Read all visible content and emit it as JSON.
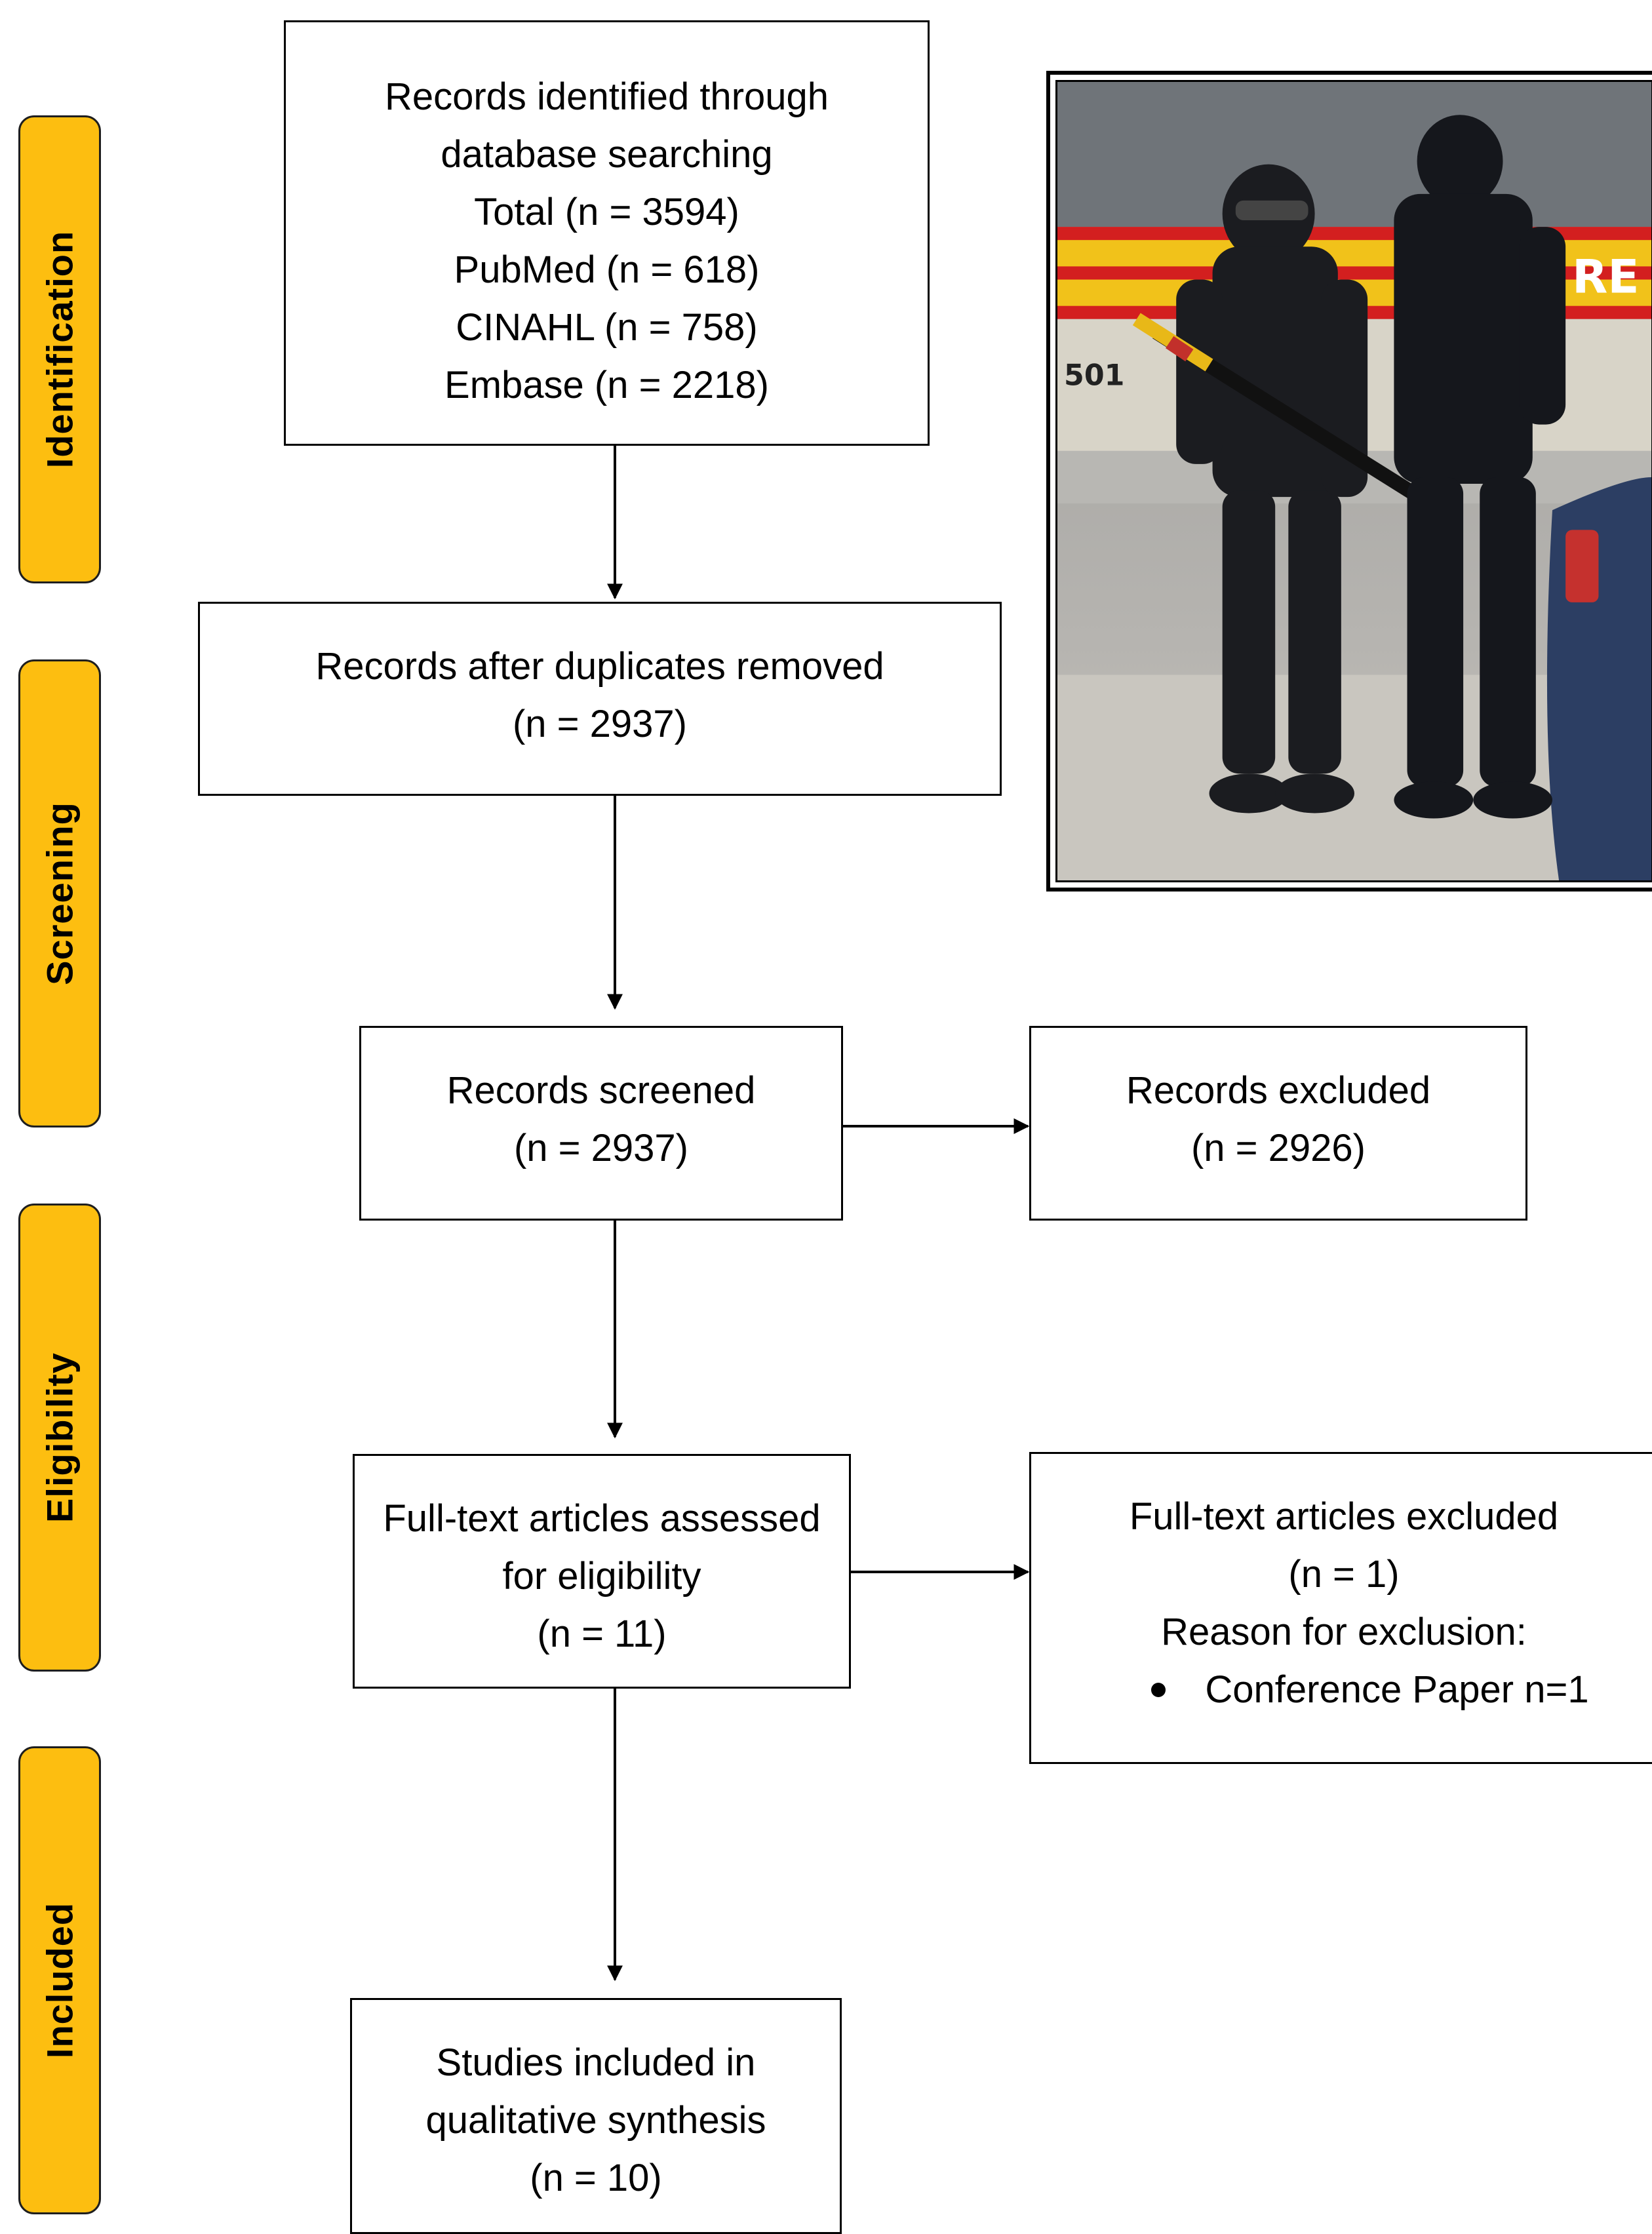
{
  "stages": [
    {
      "id": "identification",
      "label": "Identification"
    },
    {
      "id": "screening",
      "label": "Screening"
    },
    {
      "id": "eligibility",
      "label": "Eligibility"
    },
    {
      "id": "included",
      "label": "Included"
    }
  ],
  "boxes": {
    "identified": {
      "lines": [
        "Records identified through",
        "database searching",
        "Total (n = 3594)",
        "PubMed (n = 618)",
        "CINAHL (n = 758)",
        "Embase (n = 2218)"
      ]
    },
    "duplicates_removed": {
      "lines": [
        "Records after duplicates removed",
        "(n = 2937)"
      ]
    },
    "screened": {
      "lines": [
        "Records screened",
        "(n = 2937)"
      ]
    },
    "excluded": {
      "lines": [
        "Records excluded",
        "(n = 2926)"
      ]
    },
    "fulltext_assessed": {
      "lines": [
        "Full-text articles assessed",
        "for eligibility",
        "(n = 11)"
      ]
    },
    "fulltext_excluded": {
      "lines": [
        "Full-text articles excluded",
        "(n = 1)",
        "Reason for exclusion:"
      ],
      "bullets": [
        "Conference Paper n=1"
      ]
    },
    "included": {
      "lines": [
        "Studies included in",
        "qualitative synthesis",
        "(n = 10)"
      ]
    }
  },
  "photo": {
    "description_icon": "tactical-police-photo",
    "vehicle_text": "RE",
    "plate_text": "501"
  },
  "colors": {
    "stage_fill": "#FDBE10",
    "border": "#000000"
  }
}
